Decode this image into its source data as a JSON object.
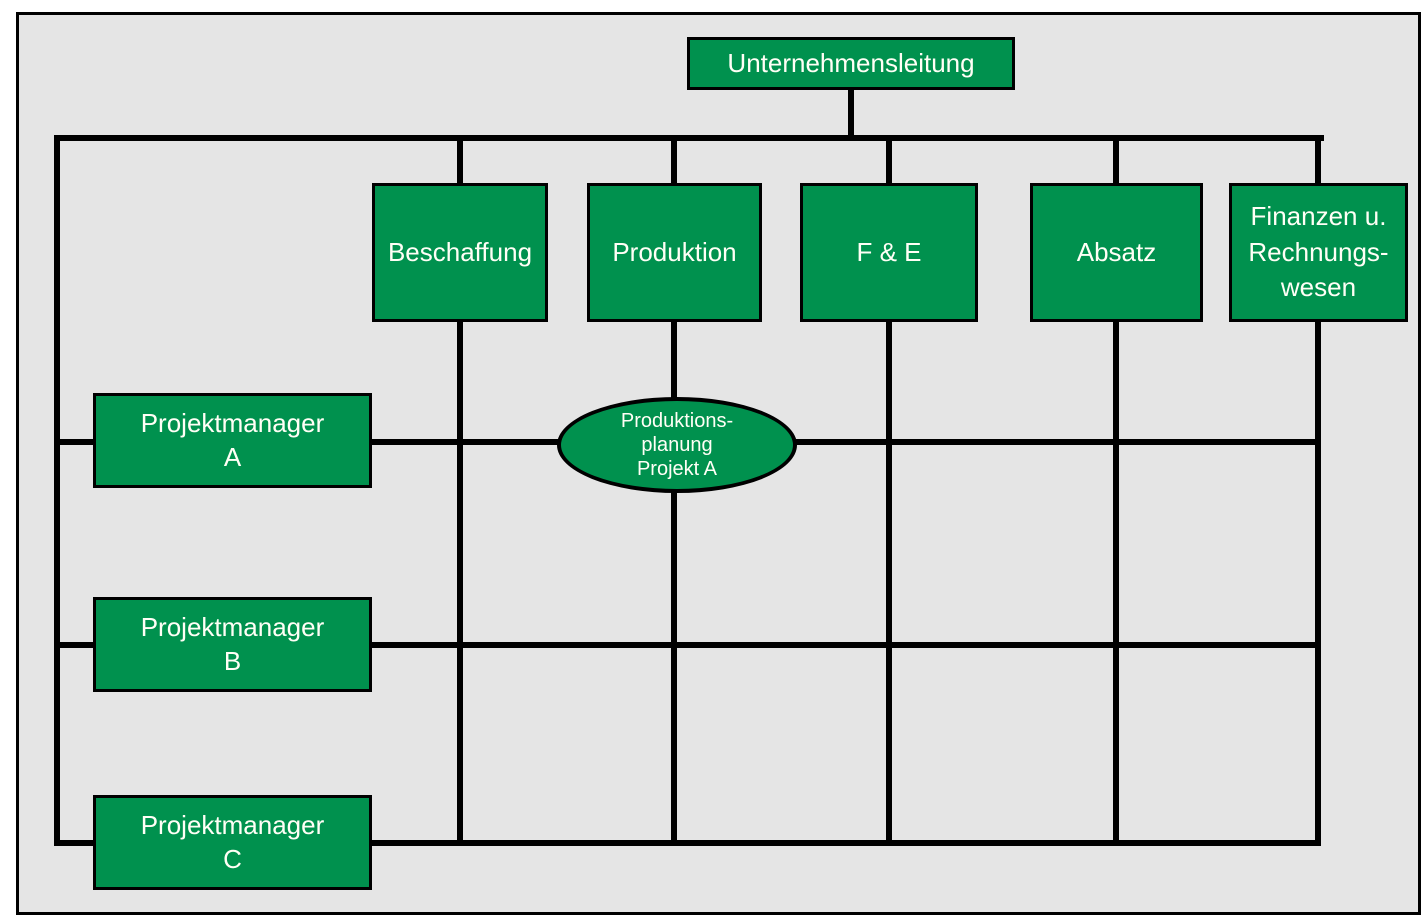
{
  "diagram": {
    "type": "matrix-organization-chart",
    "colors": {
      "node_fill": "#00914e",
      "node_border": "#000000",
      "connector": "#000000",
      "canvas_background": "#e5e5e5",
      "page_background": "#ffffff",
      "text": "#ffffff"
    },
    "top_node": {
      "label": "Unternehmensleitung"
    },
    "departments": [
      {
        "label": "Beschaffung"
      },
      {
        "label": "Produktion"
      },
      {
        "label": "F & E"
      },
      {
        "label": "Absatz"
      },
      {
        "label": "Finanzen u.\nRechnungs-\nwesen"
      }
    ],
    "project_managers": [
      {
        "label": "Projektmanager\nA"
      },
      {
        "label": "Projektmanager\nB"
      },
      {
        "label": "Projektmanager\nC"
      }
    ],
    "intersection_node": {
      "label": "Produktions-\nplanung\nProjekt A"
    }
  }
}
